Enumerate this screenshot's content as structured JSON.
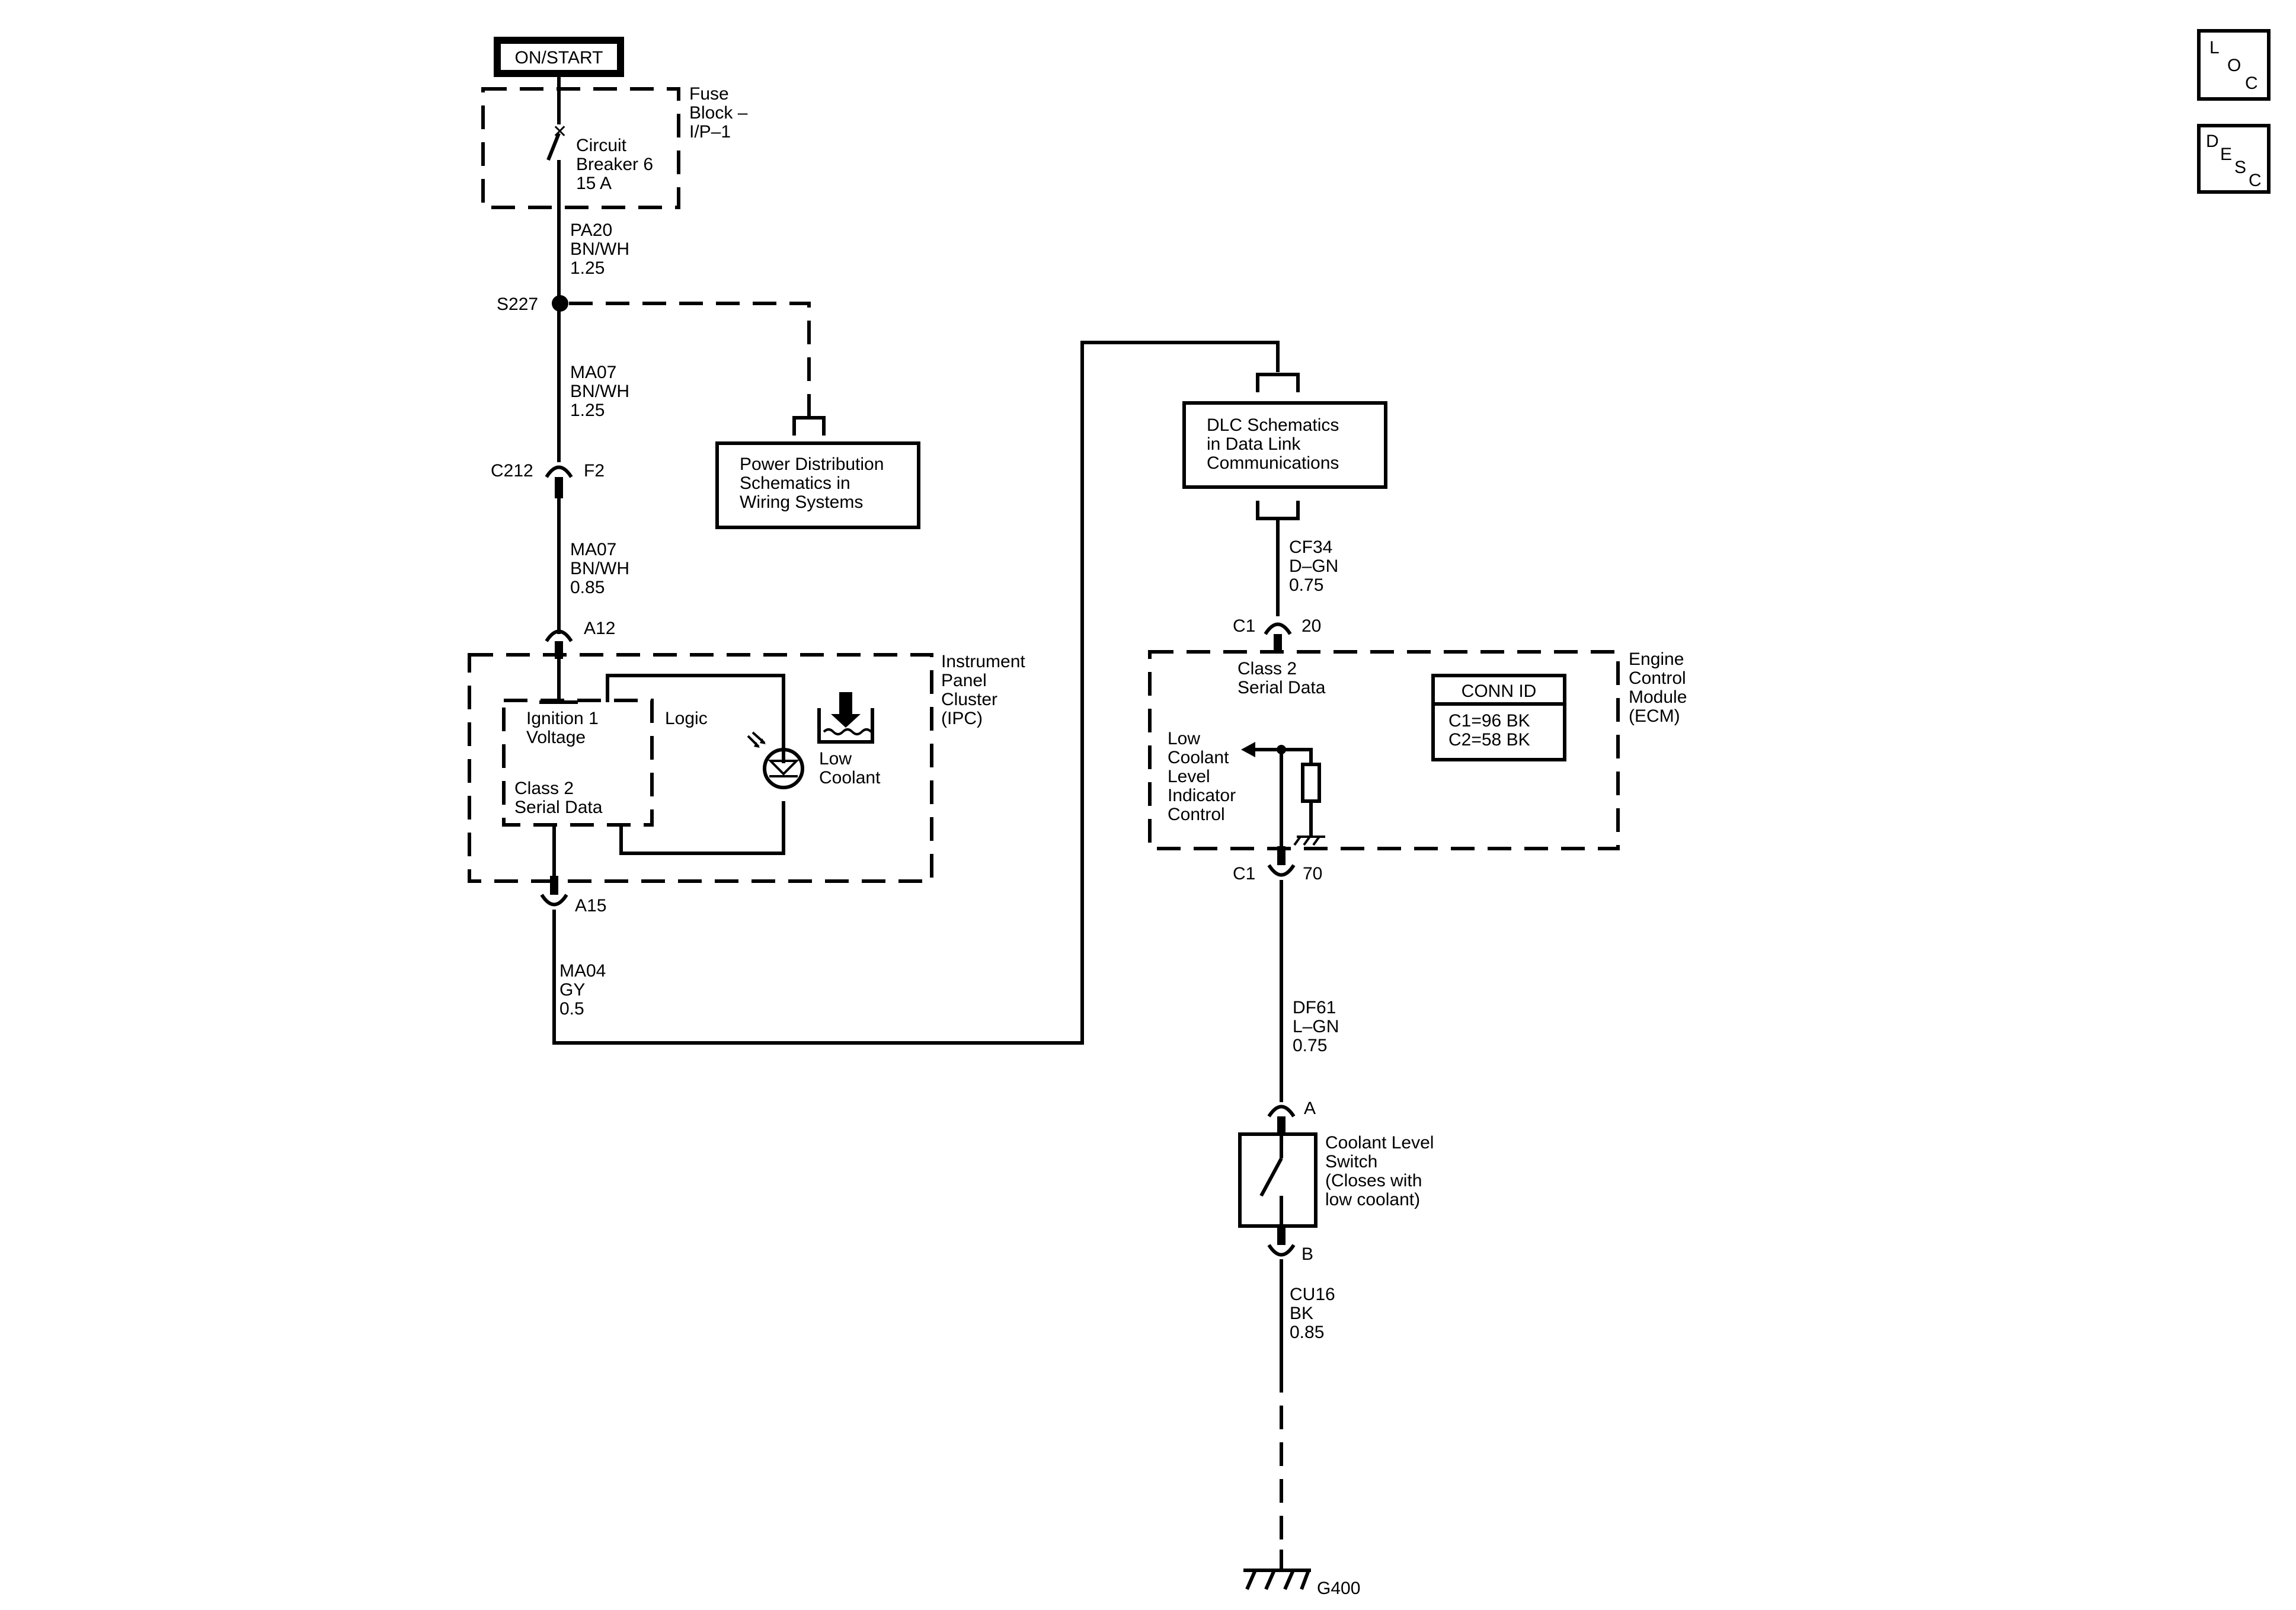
{
  "power": {
    "source": "ON/START"
  },
  "fuse_block": {
    "label": [
      "Fuse",
      "Block –",
      "I/P–1"
    ],
    "breaker": [
      "Circuit",
      "Breaker 6",
      "15 A"
    ]
  },
  "wires": {
    "pa20": [
      "PA20",
      "BN/WH",
      "1.25"
    ],
    "ma07_upper": [
      "MA07",
      "BN/WH",
      "1.25"
    ],
    "ma07_lower": [
      "MA07",
      "BN/WH",
      "0.85"
    ],
    "ma04": [
      "MA04",
      "GY",
      "0.5"
    ],
    "cf34": [
      "CF34",
      "D–GN",
      "0.75"
    ],
    "df61": [
      "DF61",
      "L–GN",
      "0.75"
    ],
    "cu16": [
      "CU16",
      "BK",
      "0.85"
    ]
  },
  "splice": {
    "label": "S227"
  },
  "connectors": {
    "c212": "C212",
    "f2": "F2",
    "a12": "A12",
    "a15": "A15",
    "c1_top": "C1",
    "pin20": "20",
    "c1_bottom": "C1",
    "pin70": "70",
    "a": "A",
    "b": "B"
  },
  "power_distribution_ref": [
    "Power Distribution",
    "Schematics in",
    "Wiring Systems"
  ],
  "dlc_ref": [
    "DLC Schematics",
    "in Data Link",
    "Communications"
  ],
  "ipc": {
    "label": [
      "Instrument",
      "Panel",
      "Cluster",
      "(IPC)"
    ],
    "ignition": [
      "Ignition 1",
      "Voltage"
    ],
    "logic": "Logic",
    "class2": [
      "Class 2",
      "Serial Data"
    ],
    "low_coolant": [
      "Low",
      "Coolant"
    ]
  },
  "ecm": {
    "label": [
      "Engine",
      "Control",
      "Module",
      "(ECM)"
    ],
    "class2": [
      "Class 2",
      "Serial Data"
    ],
    "indicator": [
      "Low",
      "Coolant",
      "Level",
      "Indicator",
      "Control"
    ],
    "conn_id_title": "CONN ID",
    "conn_id_rows": [
      "C1=96 BK",
      "C2=58 BK"
    ]
  },
  "switch": {
    "label": [
      "Coolant Level",
      "Switch",
      "(Closes with",
      "low coolant)"
    ]
  },
  "ground": {
    "label": "G400"
  },
  "nav_buttons": {
    "loc": [
      "L",
      "O",
      "C"
    ],
    "desc": [
      "D",
      "E",
      "S",
      "C"
    ]
  }
}
